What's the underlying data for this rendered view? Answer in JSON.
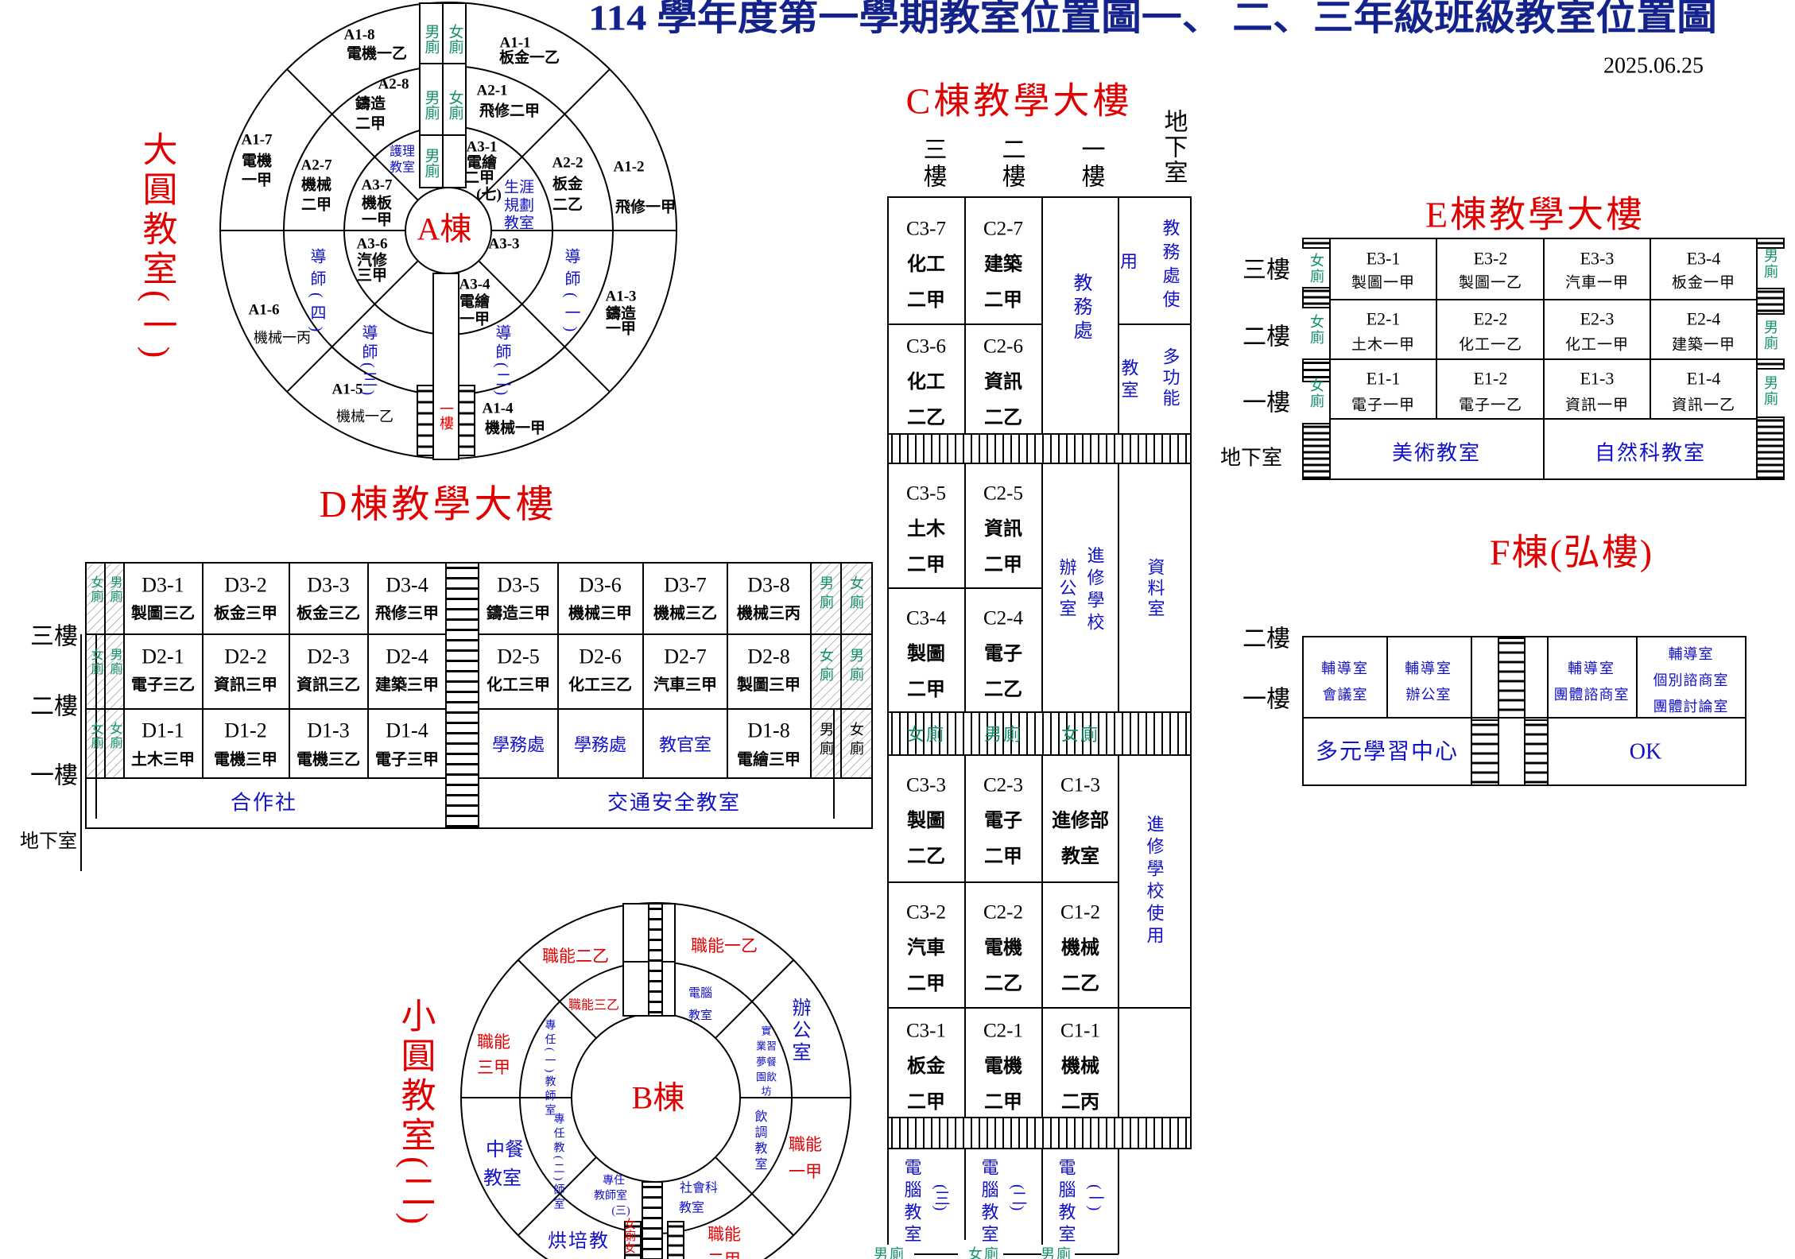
{
  "header": {
    "title": "114 學年度第一學期教室位置圖一、 二、三年級班級教室位置圖",
    "date": "2025.06.25"
  },
  "colors": {
    "title": "#14238c",
    "building_title": "#e00000",
    "office": "#1010c8",
    "restroom": "#10906a"
  },
  "building_a": {
    "side_label": "大圓教室(一)",
    "name": "A棟",
    "floor_label": "一樓",
    "rooms": [
      {
        "code": "A1-8",
        "lines": [
          "電機一乙"
        ]
      },
      {
        "code": "A1-1",
        "lines": [
          "板金一乙"
        ]
      },
      {
        "code": "A2-8",
        "lines": [
          "鑄造",
          "二甲"
        ]
      },
      {
        "code": "A2-1",
        "lines": [
          "飛修二甲"
        ]
      },
      {
        "code": "A1-7",
        "lines": [
          "電機",
          "一甲"
        ]
      },
      {
        "code": "A2-7",
        "lines": [
          "機械",
          "二甲"
        ]
      },
      {
        "code": "A1-2",
        "lines": [
          "飛修一甲"
        ]
      },
      {
        "code": "A3-1",
        "lines": [
          "電繪",
          "二甲",
          "(七)"
        ]
      },
      {
        "code": "A3-7",
        "lines": [
          "機板",
          "一甲"
        ]
      },
      {
        "code": "A2-2",
        "lines": [
          "板金",
          "二乙"
        ]
      },
      {
        "code": "A3-6",
        "lines": [
          "汽修",
          "三甲"
        ]
      },
      {
        "code": "A3-3",
        "lines": []
      },
      {
        "code": "A3-4",
        "lines": [
          "電繪",
          "一甲"
        ]
      },
      {
        "code": "A1-3",
        "lines": [
          "鑄造",
          "一甲"
        ]
      },
      {
        "code": "A1-6",
        "lines": [
          "機械一丙"
        ]
      },
      {
        "code": "A1-5",
        "lines": [
          "機械一乙"
        ]
      },
      {
        "code": "A1-4",
        "lines": [
          "機械一甲"
        ]
      }
    ],
    "offices": {
      "nursing": [
        "護理",
        "教室"
      ],
      "career": [
        "生涯",
        "規劃",
        "教室"
      ],
      "mentor_1": "導師(一)",
      "mentor_2": "導師(二)",
      "mentor_3": "導師(三)",
      "mentor_4": "導師(四)"
    },
    "restrooms": [
      "男廁",
      "女廁",
      "男廁",
      "女廁",
      "男廁"
    ]
  },
  "building_b": {
    "side_label": "小圓教室(二)",
    "name": "B棟",
    "rooms": {
      "func_2b": "職能二乙",
      "func_1b": "職能一乙",
      "func_3b": "職能三乙",
      "func_3a": [
        "職能",
        "三甲"
      ],
      "func_1a": [
        "職能",
        "一甲"
      ],
      "func_2a": [
        "職能",
        "二甲"
      ]
    },
    "offices": {
      "computer": [
        "電腦",
        "教室"
      ],
      "admin": "辦公室",
      "teacher_1": "專任(一)教師室",
      "restaurant": [
        "實",
        "業習",
        "夢餐",
        "園飲",
        "坊"
      ],
      "chinese_cuisine": [
        "中餐",
        "教室"
      ],
      "teacher_2": "專任教(二)師室",
      "beverage": "飲調教室",
      "teacher_3": [
        "專任",
        "教師室",
        "(三)"
      ],
      "social": [
        "社會科",
        "教室"
      ],
      "baking": "烘培教"
    },
    "restroom": "女廁女"
  },
  "building_c": {
    "title": "C棟教學大樓",
    "floors": [
      "三樓",
      "二樓",
      "一樓",
      "地下室"
    ],
    "cells": [
      {
        "code": "C3-7",
        "lines": [
          "化工",
          "二甲"
        ]
      },
      {
        "code": "C2-7",
        "lines": [
          "建築",
          "二甲"
        ]
      },
      {
        "code": "C3-6",
        "lines": [
          "化工",
          "二乙"
        ]
      },
      {
        "code": "C2-6",
        "lines": [
          "資訊",
          "二乙"
        ]
      },
      {
        "code": "C3-5",
        "lines": [
          "土木",
          "二甲"
        ]
      },
      {
        "code": "C2-5",
        "lines": [
          "資訊",
          "二甲"
        ]
      },
      {
        "code": "C3-4",
        "lines": [
          "製圖",
          "二甲"
        ]
      },
      {
        "code": "C2-4",
        "lines": [
          "電子",
          "二乙"
        ]
      },
      {
        "code": "C3-3",
        "lines": [
          "製圖",
          "二乙"
        ]
      },
      {
        "code": "C2-3",
        "lines": [
          "電子",
          "二甲"
        ]
      },
      {
        "code": "C1-3",
        "lines": [
          "進修部",
          "教室"
        ]
      },
      {
        "code": "C3-2",
        "lines": [
          "汽車",
          "二甲"
        ]
      },
      {
        "code": "C2-2",
        "lines": [
          "電機",
          "二乙"
        ]
      },
      {
        "code": "C1-2",
        "lines": [
          "機械",
          "二乙"
        ]
      },
      {
        "code": "C3-1",
        "lines": [
          "板金",
          "二甲"
        ]
      },
      {
        "code": "C2-1",
        "lines": [
          "電機",
          "二甲"
        ]
      },
      {
        "code": "C1-1",
        "lines": [
          "機械",
          "二丙"
        ]
      }
    ],
    "offices": {
      "academic": "教務處",
      "academic_use_a": "用",
      "academic_use_b": "教務處使",
      "multi_a": "教室",
      "multi_b": "多功能",
      "evening_office_a": "辦公室",
      "evening_office_b": "進修學校",
      "data_room": "資料室",
      "evening_use": "進修學校使用"
    },
    "computer_rooms": [
      {
        "name": "電腦教室",
        "num": "(三)"
      },
      {
        "name": "電腦教室",
        "num": "(二)"
      },
      {
        "name": "電腦教室",
        "num": "(一)"
      }
    ],
    "band_restrooms": [
      "女廁",
      "男廁",
      "女廁"
    ],
    "bottom_restrooms": [
      "男廁",
      "女廁",
      "男廁"
    ]
  },
  "building_d": {
    "title": "D棟教學大樓",
    "floors": [
      "三樓",
      "二樓",
      "一樓",
      "地下室"
    ],
    "rooms": [
      {
        "code": "D3-1",
        "cls": "製圖三乙"
      },
      {
        "code": "D3-2",
        "cls": "板金三甲"
      },
      {
        "code": "D3-3",
        "cls": "板金三乙"
      },
      {
        "code": "D3-4",
        "cls": "飛修三甲"
      },
      {
        "code": "D3-5",
        "cls": "鑄造三甲"
      },
      {
        "code": "D3-6",
        "cls": "機械三甲"
      },
      {
        "code": "D3-7",
        "cls": "機械三乙"
      },
      {
        "code": "D3-8",
        "cls": "機械三丙"
      },
      {
        "code": "D2-1",
        "cls": "電子三乙"
      },
      {
        "code": "D2-2",
        "cls": "資訊三甲"
      },
      {
        "code": "D2-3",
        "cls": "資訊三乙"
      },
      {
        "code": "D2-4",
        "cls": "建築三甲"
      },
      {
        "code": "D2-5",
        "cls": "化工三甲"
      },
      {
        "code": "D2-6",
        "cls": "化工三乙"
      },
      {
        "code": "D2-7",
        "cls": "汽車三甲"
      },
      {
        "code": "D2-8",
        "cls": "製圖三甲"
      },
      {
        "code": "D1-1",
        "cls": "土木三甲"
      },
      {
        "code": "D1-2",
        "cls": "電機三甲"
      },
      {
        "code": "D1-3",
        "cls": "電機三乙"
      },
      {
        "code": "D1-4",
        "cls": "電子三甲"
      },
      {
        "code": "D1-8",
        "cls": "電繪三甲"
      }
    ],
    "offices": [
      "學務處",
      "學務處",
      "教官室"
    ],
    "basement": [
      "合作社",
      "交通安全教室"
    ],
    "left_restrooms": [
      [
        "女廁",
        "男廁"
      ],
      [
        "女廁",
        "男廁"
      ],
      [
        "女廁",
        "女廁"
      ]
    ],
    "right_restrooms": [
      [
        "男廁",
        "女廁"
      ],
      [
        "女廁",
        "男廁"
      ],
      [
        "男廁",
        "女廁"
      ]
    ]
  },
  "building_e": {
    "title": "E棟教學大樓",
    "floors": [
      "三樓",
      "二樓",
      "一樓",
      "地下室"
    ],
    "rooms": [
      {
        "code": "E3-1",
        "cls": "製圖一甲"
      },
      {
        "code": "E3-2",
        "cls": "製圖一乙"
      },
      {
        "code": "E3-3",
        "cls": "汽車一甲"
      },
      {
        "code": "E3-4",
        "cls": "板金一甲"
      },
      {
        "code": "E2-1",
        "cls": "土木一甲"
      },
      {
        "code": "E2-2",
        "cls": "化工一乙"
      },
      {
        "code": "E2-3",
        "cls": "化工一甲"
      },
      {
        "code": "E2-4",
        "cls": "建築一甲"
      },
      {
        "code": "E1-1",
        "cls": "電子一甲"
      },
      {
        "code": "E1-2",
        "cls": "電子一乙"
      },
      {
        "code": "E1-3",
        "cls": "資訊一甲"
      },
      {
        "code": "E1-4",
        "cls": "資訊一乙"
      }
    ],
    "basement": [
      "美術教室",
      "自然科教室"
    ],
    "left_restrooms": [
      "女廁",
      "女廁",
      "女廁"
    ],
    "right_restrooms": [
      "男廁",
      "男廁",
      "男廁"
    ]
  },
  "building_f": {
    "title": "F棟(弘樓)",
    "floors": [
      "二樓",
      "一樓"
    ],
    "rooms": [
      [
        "輔導室",
        "會議室"
      ],
      [
        "輔導室",
        "辦公室"
      ],
      [
        "輔導室",
        "團體諮商室"
      ],
      [
        "輔導室",
        "個別諮商室",
        "團體討論室"
      ]
    ],
    "ground": [
      "多元學習中心",
      "OK"
    ]
  }
}
